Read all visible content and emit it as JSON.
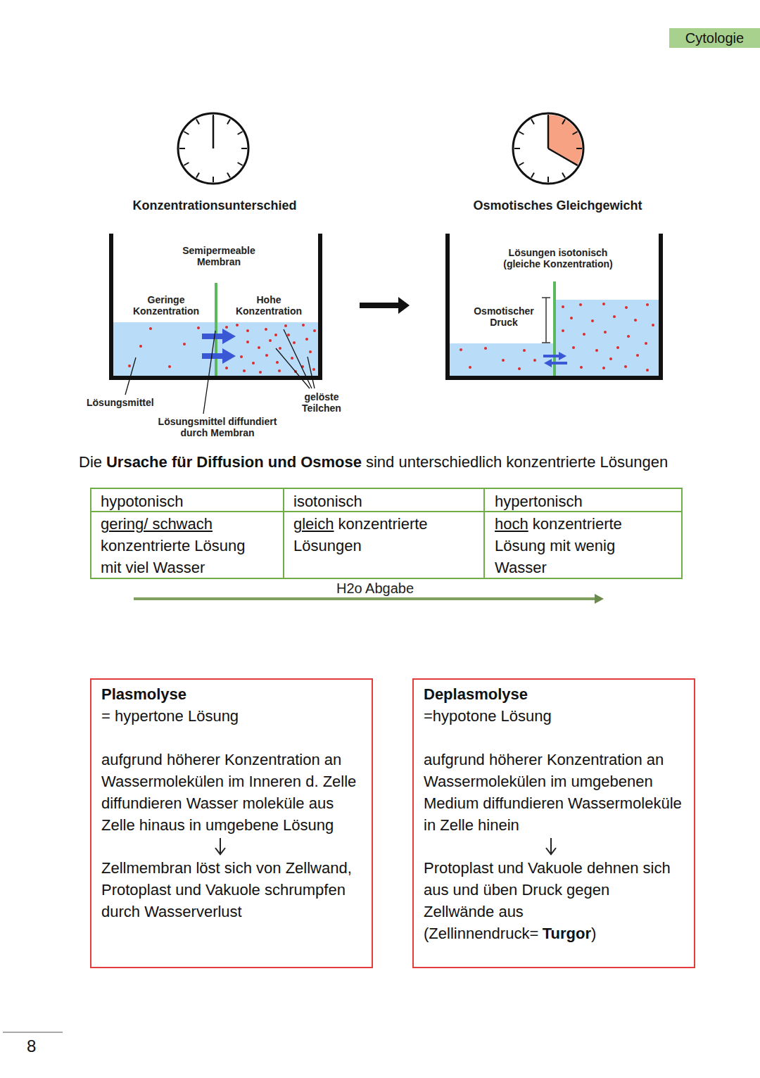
{
  "diagram": {
    "nodes": [
      {
        "text": [
          "Cytologie"
        ]
      },
      {
        "text": [
          "Plasmolyse",
          "= hypertone Lösung",
          "aufgrund höherer Konzentration an Wassermolekülen im Inneren d. Zelle diffundieren Wasser moleküle aus Zelle hinaus in umgebene Lösung",
          "Zellmembran löst sich von Zellwand, Protoplast und Vakuole schrumpfen durch Wasserverlust"
        ]
      },
      {
        "text": [
          "Deplasmolyse",
          "=hypotone Lösung",
          "aufgrund höherer Konzentration an Wassermolekülen im umgebenen Medium diffundieren Wassermoleküle in Zelle hinein",
          "Protoplast und Vakuole dehnen sich aus und üben Druck gegen Zellwände aus",
          "(Zellinnendruck=",
          "Turgor",
          ")"
        ]
      }
    ],
    "labels": [
      "Konzentrationsunterschied",
      "Osmotisches Gleichgewicht",
      "Semipermeable Membran",
      "Geringe Konzentration",
      "Hohe Konzentration",
      "Lösungsmittel",
      "gelöste Teilchen",
      "Lösungsmittel diffundiert durch Membran",
      "Lösungen isotonisch (gleiche Konzentration)",
      "Osmotischer Druck",
      "Die",
      "Ursache für Diffusion und Osmose",
      "sind unterschiedlich konzentrierte Lösungen",
      "hypotonisch",
      "isotonisch",
      "hypertonisch",
      "gering/ schwach",
      "konzentrierte Lösung mit viel Wasser",
      "gleich",
      "konzentrierte Lösungen",
      "hoch",
      "konzentrierte Lösung mit wenig Wasser",
      "H2o Abgabe",
      "8"
    ]
  }
}
